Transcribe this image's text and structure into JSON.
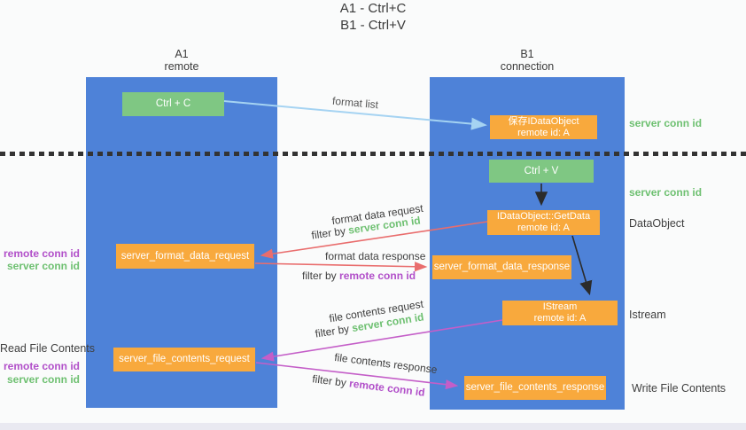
{
  "title": {
    "line1": "A1 - Ctrl+C",
    "line2": "B1 - Ctrl+V"
  },
  "columns": {
    "left": {
      "header_line1": "A1",
      "header_line2": "remote"
    },
    "right": {
      "header_line1": "B1",
      "header_line2": "connection"
    }
  },
  "boxes": {
    "ctrl_c": {
      "label": "Ctrl + C"
    },
    "save_dataobject": {
      "line1": "保存IDataObject",
      "line2": "remote id: A"
    },
    "ctrl_v": {
      "label": "Ctrl + V"
    },
    "getdata": {
      "line1": "IDataObject::GetData",
      "line2": "remote id: A"
    },
    "format_request": {
      "label": "server_format_data_request"
    },
    "format_response": {
      "label": "server_format_data_response"
    },
    "istream": {
      "line1": "IStream",
      "line2": "remote id: A"
    },
    "file_request": {
      "label": "server_file_contents_request"
    },
    "file_response": {
      "label": "server_file_contents_response"
    }
  },
  "arrow_labels": {
    "format_list": "format list",
    "format_data_request": "format data request",
    "format_data_response": "format data response",
    "file_contents_request": "file contents request",
    "file_contents_response": "file contents response",
    "filter_by": "filter by",
    "server_conn_id": "server conn id",
    "remote_conn_id": "remote conn id"
  },
  "side_labels": {
    "right_server_conn_id_top": "server conn id",
    "right_server_conn_id_mid": "server conn id",
    "dataobject": "DataObject",
    "istream": "Istream",
    "write_file_contents": "Write File Contents",
    "left_remote_conn_id_1": "remote conn id",
    "left_server_conn_id_1": "server conn id",
    "read_file_contents": "Read File Contents",
    "left_remote_conn_id_2": "remote conn id",
    "left_server_conn_id_2": "server conn id"
  },
  "colors": {
    "column_blue": "#4e82d8",
    "box_green": "#7fc783",
    "box_orange": "#f8a93d",
    "arrow_blue": "#a5d3f2",
    "arrow_red": "#e96d6d",
    "arrow_purple": "#c45ec8",
    "arrow_black": "#2b2b2b",
    "label_green": "#6ec071",
    "label_purple": "#b14fc9",
    "text_dark": "#3c3c3c"
  }
}
